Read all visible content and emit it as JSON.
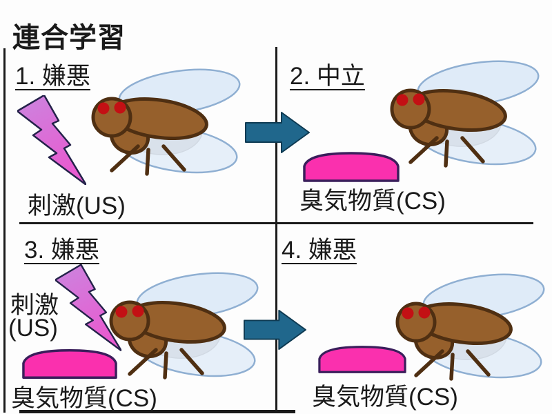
{
  "slide": {
    "title": "連合学習",
    "panels": [
      {
        "number_label": "1. 嫌悪",
        "stimulus_label": "刺激(US)"
      },
      {
        "number_label": "2. 中立",
        "odor_label": "臭気物質(CS)"
      },
      {
        "number_label": "3. 嫌悪",
        "stimulus_label_line1": "刺激",
        "stimulus_label_line2": "(US)",
        "odor_label": "臭気物質(CS)"
      },
      {
        "number_label": "4. 嫌悪",
        "odor_label": "臭気物質(CS)"
      }
    ],
    "icons": {
      "fly": "fly-icon",
      "lightning": "lightning-bolt-icon",
      "odor_blob": "odor-blob-icon",
      "arrow": "arrow-right-icon"
    },
    "colors": {
      "arrow_fill": "#20678C",
      "arrow_stroke": "#0E3A52",
      "lightning_top": "#CB85DF",
      "lightning_bottom": "#E85BD0",
      "lightning_stroke": "#24224A",
      "odor_blob_fill": "#FA30AE",
      "odor_blob_stroke": "#3A1E5B",
      "fly_body": "#96602C",
      "fly_outline": "#4F2F12",
      "fly_eye": "#C31014",
      "wing_fill": "#DCE9F7",
      "wing_stroke": "#8FAFD2",
      "abdomen_gray": "#C8C4C3",
      "divider": "#1A1A1A"
    }
  }
}
